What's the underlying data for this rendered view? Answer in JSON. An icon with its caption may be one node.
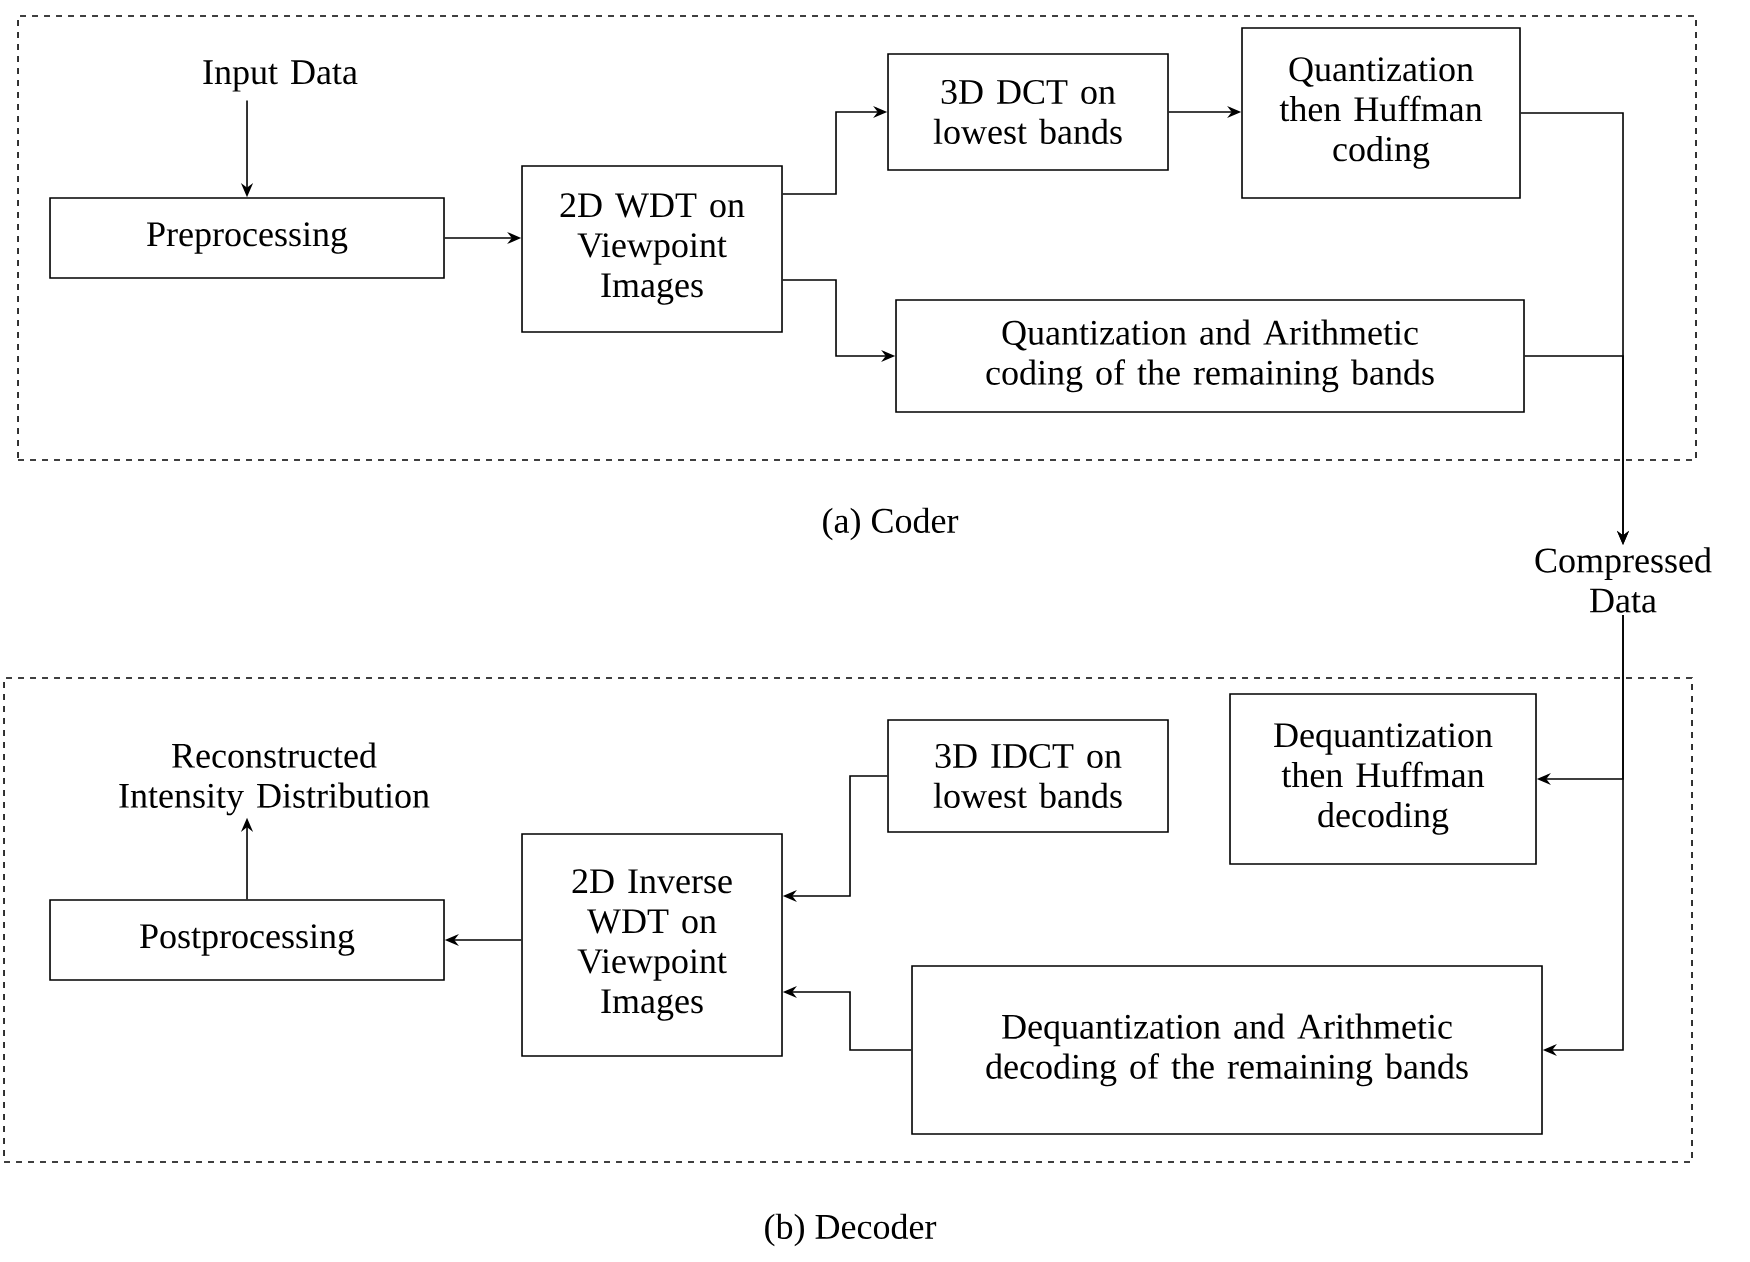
{
  "diagram": {
    "nodes": [
      {
        "text": [
          "(a) Coder"
        ]
      },
      {
        "text": [
          "Input Data"
        ],
        "in": 0
      },
      {
        "text": [
          "Preprocessing"
        ],
        "in": 0
      },
      {
        "text": [
          "2D WDT on Viewpoint Images"
        ],
        "in": 0
      },
      {
        "text": [
          "3D DCT on lowest bands"
        ],
        "in": 0
      },
      {
        "text": [
          "Quantization then Huffman coding"
        ],
        "in": 0
      },
      {
        "text": [
          "Quantization and Arithmetic coding of the remaining bands"
        ],
        "in": 0
      },
      {
        "text": [
          "Compressed Data"
        ]
      },
      {
        "text": [
          "(b) Decoder"
        ]
      },
      {
        "text": [
          "Reconstructed Intensity Distribution"
        ],
        "in": 8
      },
      {
        "text": [
          "Postprocessing"
        ],
        "in": 8
      },
      {
        "text": [
          "2D Inverse WDT on Viewpoint Images"
        ],
        "in": 8
      },
      {
        "text": [
          "3D IDCT on lowest bands"
        ],
        "in": 8
      },
      {
        "text": [
          "Dequantization then Huffman decoding"
        ],
        "in": 8
      },
      {
        "text": [
          "Dequantization and Arithmetic decoding of the remaining bands"
        ],
        "in": 8
      }
    ],
    "edges": [
      {
        "from": 1,
        "to": 2,
        "arrow": "to"
      },
      {
        "from": 2,
        "to": 3,
        "arrow": "to"
      },
      {
        "from": 3,
        "to": 4,
        "arrow": "to"
      },
      {
        "from": 3,
        "to": 6,
        "arrow": "to"
      },
      {
        "from": 4,
        "to": 5,
        "arrow": "to"
      },
      {
        "from": 5,
        "to": 7,
        "arrow": "to"
      },
      {
        "from": 6,
        "to": 7,
        "arrow": "to"
      },
      {
        "from": 7,
        "to": 13,
        "arrow": "to"
      },
      {
        "from": 7,
        "to": 14,
        "arrow": "to"
      },
      {
        "from": 12,
        "to": 11,
        "arrow": "to"
      },
      {
        "from": 14,
        "to": 11,
        "arrow": "to"
      },
      {
        "from": 11,
        "to": 10,
        "arrow": "to"
      },
      {
        "from": 10,
        "to": 9,
        "arrow": "to"
      }
    ]
  }
}
